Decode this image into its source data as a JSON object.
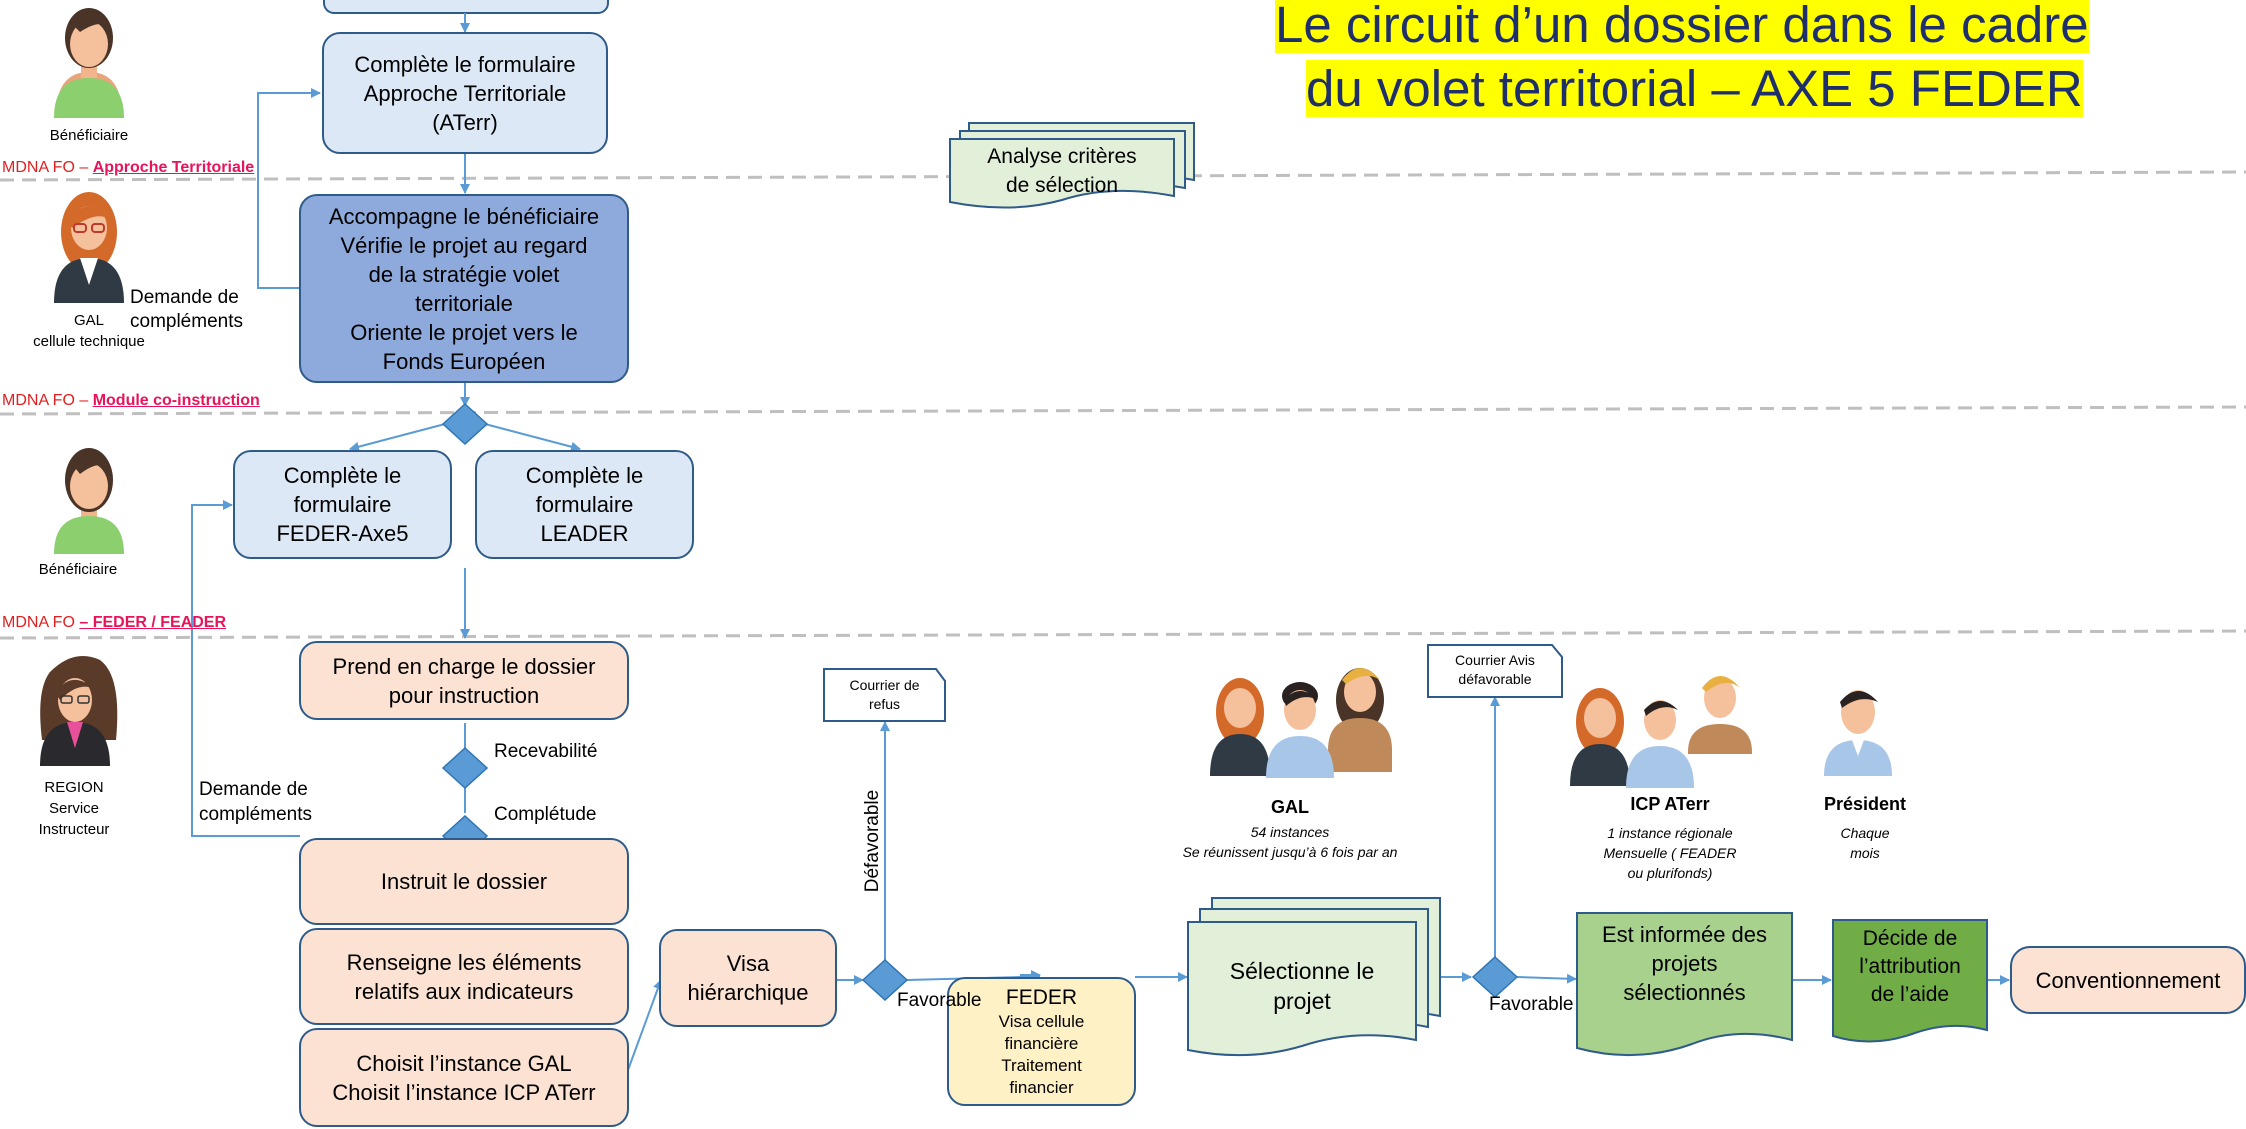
{
  "title": {
    "line1": "Le circuit d’un dossier dans le cadre",
    "line2": "du volet territorial – AXE 5 FEDER"
  },
  "lanes": [
    {
      "prefix": "MDNA FO – ",
      "name": "Approche Territoriale"
    },
    {
      "prefix": "MDNA FO – ",
      "name": "Module co-instruction"
    },
    {
      "prefix": "MDNA FO ",
      "name": "– FEDER / FEADER"
    }
  ],
  "actors": {
    "beneficiaire1": "Bénéficiaire",
    "gal_line1": "GAL",
    "gal_line2": "cellule technique",
    "beneficiaire2": "Bénéficiaire",
    "region_line1": "REGION",
    "region_line2": "Service",
    "region_line3": "Instructeur"
  },
  "boxes": {
    "aterr": "Complète le formulaire\nApproche Territoriale\n(ATerr)",
    "accompagne": "Accompagne le bénéficiaire\nVérifie le projet au regard\nde la stratégie volet\nterritoriale\nOriente le projet vers le\nFonds Européen",
    "feder_form": "Complète le\nformulaire\nFEDER-Axe5",
    "leader_form": "Complète le\nformulaire\nLEADER",
    "prend_charge": "Prend en charge le dossier\npour instruction",
    "instruit": "Instruit le dossier",
    "renseigne": "Renseigne les éléments\nrelatifs aux indicateurs",
    "choisit": "Choisit l’instance GAL\nChoisit l’instance ICP ATerr",
    "visa": "Visa\nhiérarchique",
    "analyse": "Analyse critères\nde sélection",
    "selectionne": "Sélectionne le\nprojet",
    "informee": "Est informée des\nprojets\nsélectionnés",
    "decide": "Décide de\nl’attribution\nde l’aide",
    "conventionnement": "Conventionnement"
  },
  "feder_box": {
    "title": "FEDER",
    "body": "Visa cellule\nfinancière\nTraitement\nfinancier"
  },
  "labels": {
    "demande1": "Demande de\ncompléments",
    "demande2": "Demande de\ncompléments",
    "recevabilite": "Recevabilité",
    "completude": "Complétude",
    "defavorable": "Défavorable",
    "favorable1": "Favorable",
    "favorable2": "Favorable",
    "courrier_refus": "Courrier de\nrefus",
    "courrier_avis": "Courrier Avis\ndéfavorable"
  },
  "instances": {
    "gal_name": "GAL",
    "gal_caption1": "54 instances",
    "gal_caption2": "Se réunissent jusqu’à 6 fois par an",
    "icp_name": "ICP ATerr",
    "icp_caption": "1 instance régionale\nMensuelle ( FEADER\nou plurifonds)",
    "president_name": "Président",
    "president_caption": "Chaque\nmois"
  },
  "colors": {
    "title_text": "#1f2f6b",
    "title_highlight": "#ffff00",
    "light_blue": "#dce8f5",
    "mid_blue": "#8eaadc",
    "peach": "#fbe2d3",
    "light_green": "#e2efd9",
    "green": "#a9d18e",
    "dark_green": "#70ad47",
    "yellow": "#fff1c6",
    "diamond": "#5b9bd5",
    "lane_label": "#e8145a"
  },
  "icons": [
    "woman-green-avatar-icon",
    "woman-redhead-glasses-avatar-icon",
    "woman-brown-hair-glasses-avatar-icon",
    "man-avatar-icon",
    "man-blond-glasses-avatar-icon",
    "decision-diamond-icon"
  ]
}
